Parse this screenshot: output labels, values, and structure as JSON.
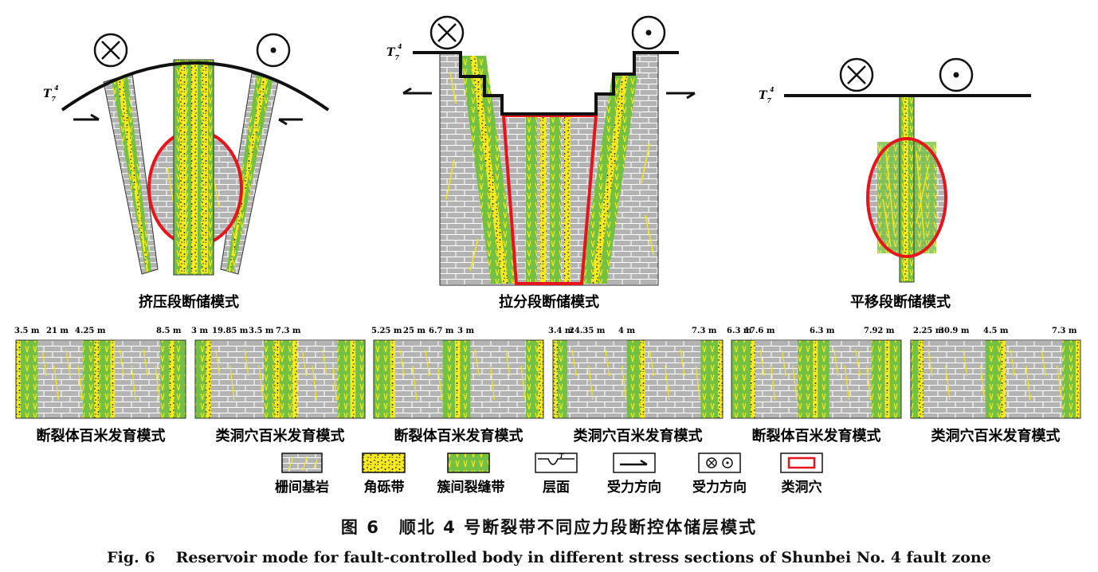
{
  "models": [
    {
      "title": "挤压段断储模式",
      "horizon_label": "T",
      "horizon_sub": "7",
      "horizon_sup": "4"
    },
    {
      "title": "拉分段断储模式",
      "horizon_label": "T",
      "horizon_sub": "7",
      "horizon_sup": "4"
    },
    {
      "title": "平移段断储模式",
      "horizon_label": "T",
      "horizon_sub": "7",
      "horizon_sup": "4"
    }
  ],
  "strips": [
    {
      "title": "断裂体百米发育模式",
      "measures": [
        "3.5 m",
        "21 m",
        "4.25 m",
        "8.5 m"
      ]
    },
    {
      "title": "类洞穴百米发育模式",
      "measures": [
        "3 m",
        "19.85 m",
        "3.5 m",
        "7.3 m"
      ]
    },
    {
      "title": "断裂体百米发育模式",
      "measures": [
        "5.25 m",
        "25 m",
        "6.7 m",
        "3 m"
      ]
    },
    {
      "title": "类洞穴百米发育模式",
      "measures": [
        "3.4 m",
        "24.35 m",
        "4 m",
        "7.3 m"
      ]
    },
    {
      "title": "断裂体百米发育模式",
      "measures": [
        "6.3 m",
        "17.6 m",
        "6.3 m",
        "7.92 m"
      ]
    },
    {
      "title": "类洞穴百米发育模式",
      "measures": [
        "2.25 m",
        "30.9 m",
        "4.5 m",
        "7.3 m"
      ]
    }
  ],
  "legend": [
    {
      "label": "栅间基岩",
      "icon": "bedrock-pattern-icon"
    },
    {
      "label": "角砾带",
      "icon": "breccia-zone-icon"
    },
    {
      "label": "簇间裂缝带",
      "icon": "fracture-zone-icon"
    },
    {
      "label": "层面",
      "icon": "bedding-surface-icon"
    },
    {
      "label": "受力方向",
      "icon": "force-arrow-icon"
    },
    {
      "label": "受力方向",
      "icon": "force-in-out-icon"
    },
    {
      "label": "类洞穴",
      "icon": "cave-outline-icon"
    }
  ],
  "colors": {
    "bedrock": "#b3b3b3",
    "breccia": "#f5ea1f",
    "fracture": "#74c043",
    "cave": "#e8141b",
    "fracture_line": "#f2e91c"
  },
  "caption": {
    "cn_number": "图 6",
    "cn_text": "顺北 4 号断裂带不同应力段断控体储层模式",
    "en_number": "Fig. 6",
    "en_text": "Reservoir mode for fault-controlled body in different stress sections of Shunbei No. 4 fault zone"
  }
}
